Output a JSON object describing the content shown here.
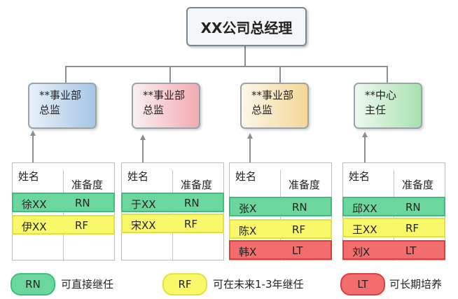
{
  "top": {
    "title": "XX公司总经理"
  },
  "units": [
    {
      "line1": "**事业部",
      "line2": "总监",
      "gradient": "linear-gradient(90deg,#e8f0f8,#a6c6e6)"
    },
    {
      "line1": "**事业部",
      "line2": "总监",
      "gradient": "linear-gradient(90deg,#faf0f0,#f2aab2)"
    },
    {
      "line1": "**事业部",
      "line2": "总监",
      "gradient": "linear-gradient(90deg,#fcf6e8,#f3d798)"
    },
    {
      "line1": "**中心",
      "line2": "主任",
      "gradient": "linear-gradient(90deg,#eef8ee,#a8e2b0)"
    }
  ],
  "tables": [
    {
      "col1": "姓名",
      "col2": "准备度",
      "rows": [
        {
          "name": "徐XX",
          "grade": "RN",
          "color": "green"
        },
        {
          "name": "伊XX",
          "grade": "RF",
          "color": "yellow"
        }
      ]
    },
    {
      "col1": "姓名",
      "col2": "准备度",
      "rows": [
        {
          "name": "于XX",
          "grade": "RN",
          "color": "green"
        },
        {
          "name": "宋XX",
          "grade": "RF",
          "color": "yellow"
        }
      ]
    },
    {
      "col1": "姓名",
      "col2": "准备度",
      "rows": [
        {
          "name": "张X",
          "grade": "RN",
          "color": "green"
        },
        {
          "name": "陈X",
          "grade": "RF",
          "color": "yellow"
        },
        {
          "name": "韩X",
          "grade": "LT",
          "color": "red"
        }
      ]
    },
    {
      "col1": "姓名",
      "col2": "准备度",
      "rows": [
        {
          "name": "邱XX",
          "grade": "RN",
          "color": "green"
        },
        {
          "name": "王XX",
          "grade": "RF",
          "color": "yellow"
        },
        {
          "name": "刘X",
          "grade": "LT",
          "color": "red"
        }
      ]
    }
  ],
  "legend": [
    {
      "code": "RN",
      "text": "可直接继任",
      "color": "green"
    },
    {
      "code": "RF",
      "text": "可在未来1-3年继任",
      "color": "yellow"
    },
    {
      "code": "LT",
      "text": "可长期培养",
      "color": "red"
    }
  ],
  "colors": {
    "green": "#6bd79e",
    "yellow": "#f8f86a",
    "red": "#f26e6e"
  }
}
